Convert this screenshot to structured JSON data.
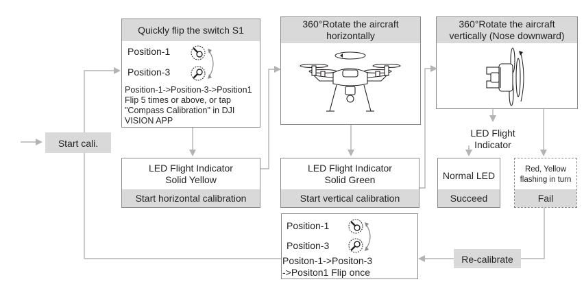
{
  "start": {
    "label": "Start cali."
  },
  "step1": {
    "title": "Quickly flip the switch S1",
    "position1": "Position-1",
    "position3": "Position-3",
    "desc_line1": "Position-1->Position-3->Position1",
    "desc_line2": "Flip 5 times or above, or tap",
    "desc_line3": "\"Compass Calibration\" in DJI",
    "desc_line4": "VISION APP"
  },
  "step2": {
    "title_line1": "360°Rotate the aircraft",
    "title_line2": "horizontally"
  },
  "step3": {
    "title_line1": "360°Rotate the aircraft",
    "title_line2": "vertically (Nose downward)"
  },
  "led_yellow": {
    "line1": "LED Flight Indicator",
    "line2": "Solid Yellow",
    "action": "Start horizontal calibration"
  },
  "led_green": {
    "line1": "LED Flight Indicator",
    "line2": "Solid Green",
    "action": "Start vertical calibration"
  },
  "led_label": {
    "line1": "LED Flight",
    "line2": "Indicator"
  },
  "success": {
    "label": "Normal LED",
    "result": "Succeed"
  },
  "failure": {
    "line1": "Red, Yellow",
    "line2": "flashing in turn",
    "result": "Fail"
  },
  "recal": {
    "label": "Re-calibrate",
    "position1": "Position-1",
    "position3": "Position-3",
    "desc_line1": "Positon-1->Positon-3",
    "desc_line2": "->Positon1 Flip once"
  },
  "colors": {
    "header_gray": "#d9d9d9",
    "arrow_gray": "#b3b3b3",
    "border": "#8a8a8a"
  }
}
